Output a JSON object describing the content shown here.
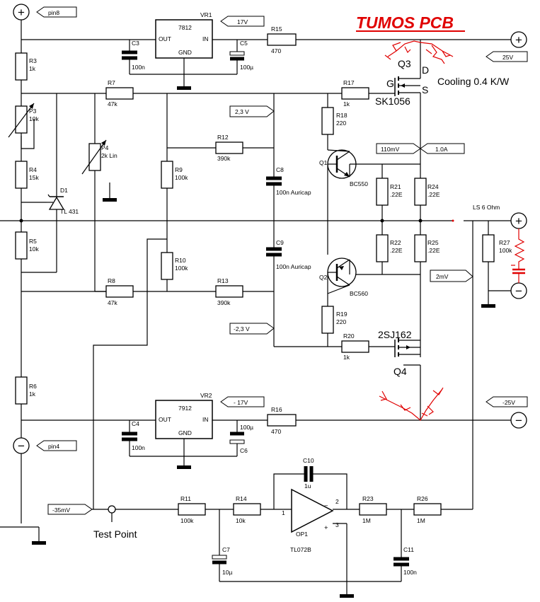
{
  "title": "TUMOS PCB",
  "colors": {
    "wire": "#000000",
    "annotation": "#e00000",
    "title": "#e00000"
  },
  "voltage_tags": {
    "pin8": "pin8",
    "pin4": "pin4",
    "vr1_out": "17V",
    "vr2_out": "- 17V",
    "pos_rail": "25V",
    "neg_rail": "-25V",
    "bias_pos": "2,3 V",
    "bias_neg": "-2,3 V",
    "vr_110mv": "110mV",
    "i_1a": "1.0A",
    "offset_2mv": "2mV",
    "test_35mv": "-35mV"
  },
  "labels": {
    "cooling": "Cooling 0.4 K/W",
    "ls": "LS 6 Ohm",
    "test_point": "Test Point",
    "q3_name": "Q3",
    "q3_part": "SK1056",
    "q3_d": "D",
    "q3_g": "G",
    "q3_s": "S",
    "q4_name": "Q4",
    "q4_part": "2SJ162"
  },
  "parts": {
    "vr1": {
      "ref": "VR1",
      "type": "7812",
      "out": "OUT",
      "in": "IN",
      "gnd": "GND"
    },
    "vr2": {
      "ref": "VR2",
      "type": "7912",
      "out": "OUT",
      "in": "IN",
      "gnd": "GND"
    },
    "c3": {
      "ref": "C3",
      "val": "100n"
    },
    "c5": {
      "ref": "C5",
      "val": "100µ"
    },
    "c4": {
      "ref": "C4",
      "val": "100n"
    },
    "c6": {
      "ref": "C6",
      "val": "100µ"
    },
    "r15": {
      "ref": "R15",
      "val": "470"
    },
    "r16": {
      "ref": "R16",
      "val": "470"
    },
    "r3": {
      "ref": "R3",
      "val": "1k"
    },
    "p3": {
      "ref": "P3",
      "val": "10k"
    },
    "r4": {
      "ref": "R4",
      "val": "15k"
    },
    "d1": {
      "ref": "D1",
      "val": "TL 431"
    },
    "r5": {
      "ref": "R5",
      "val": "10k"
    },
    "r6": {
      "ref": "R6",
      "val": "1k"
    },
    "r7": {
      "ref": "R7",
      "val": "47k"
    },
    "p4": {
      "ref": "P4",
      "val": "2k  Lin"
    },
    "r9": {
      "ref": "R9",
      "val": "100k"
    },
    "r10": {
      "ref": "R10",
      "val": "100k"
    },
    "r8": {
      "ref": "R8",
      "val": "47k"
    },
    "r12": {
      "ref": "R12",
      "val": "390k"
    },
    "r13": {
      "ref": "R13",
      "val": "390k"
    },
    "c8": {
      "ref": "C8",
      "val": "100n Auricap"
    },
    "c9": {
      "ref": "C9",
      "val": "100n Auricap"
    },
    "r17": {
      "ref": "R17",
      "val": "1k"
    },
    "r18": {
      "ref": "R18",
      "val": "220"
    },
    "q1": {
      "ref": "Q1",
      "val": "BC550"
    },
    "q2": {
      "ref": "Q2",
      "val": "BC560"
    },
    "r19": {
      "ref": "R19",
      "val": "220"
    },
    "r20": {
      "ref": "R20",
      "val": "1k"
    },
    "r21": {
      "ref": "R21",
      "val": ".22E"
    },
    "r24": {
      "ref": "R24",
      "val": ".22E"
    },
    "r22": {
      "ref": "R22",
      "val": ".22E"
    },
    "r25": {
      "ref": "R25",
      "val": ".22E"
    },
    "r27": {
      "ref": "R27",
      "val": "100k"
    },
    "r11": {
      "ref": "R11",
      "val": "100k"
    },
    "r14": {
      "ref": "R14",
      "val": "10k"
    },
    "c10": {
      "ref": "C10",
      "val": "1u"
    },
    "op1": {
      "ref": "OP1",
      "val": "TL072B"
    },
    "r23": {
      "ref": "R23",
      "val": "1M"
    },
    "r26": {
      "ref": "R26",
      "val": "1M"
    },
    "c7": {
      "ref": "C7",
      "val": "10µ"
    },
    "c11": {
      "ref": "C11",
      "val": "100n"
    }
  },
  "pins": {
    "p1": "1",
    "p2": "2",
    "p3": "3",
    "minus": "−",
    "plus": "+"
  },
  "terminals": {
    "plus": "+",
    "minus": "−"
  }
}
